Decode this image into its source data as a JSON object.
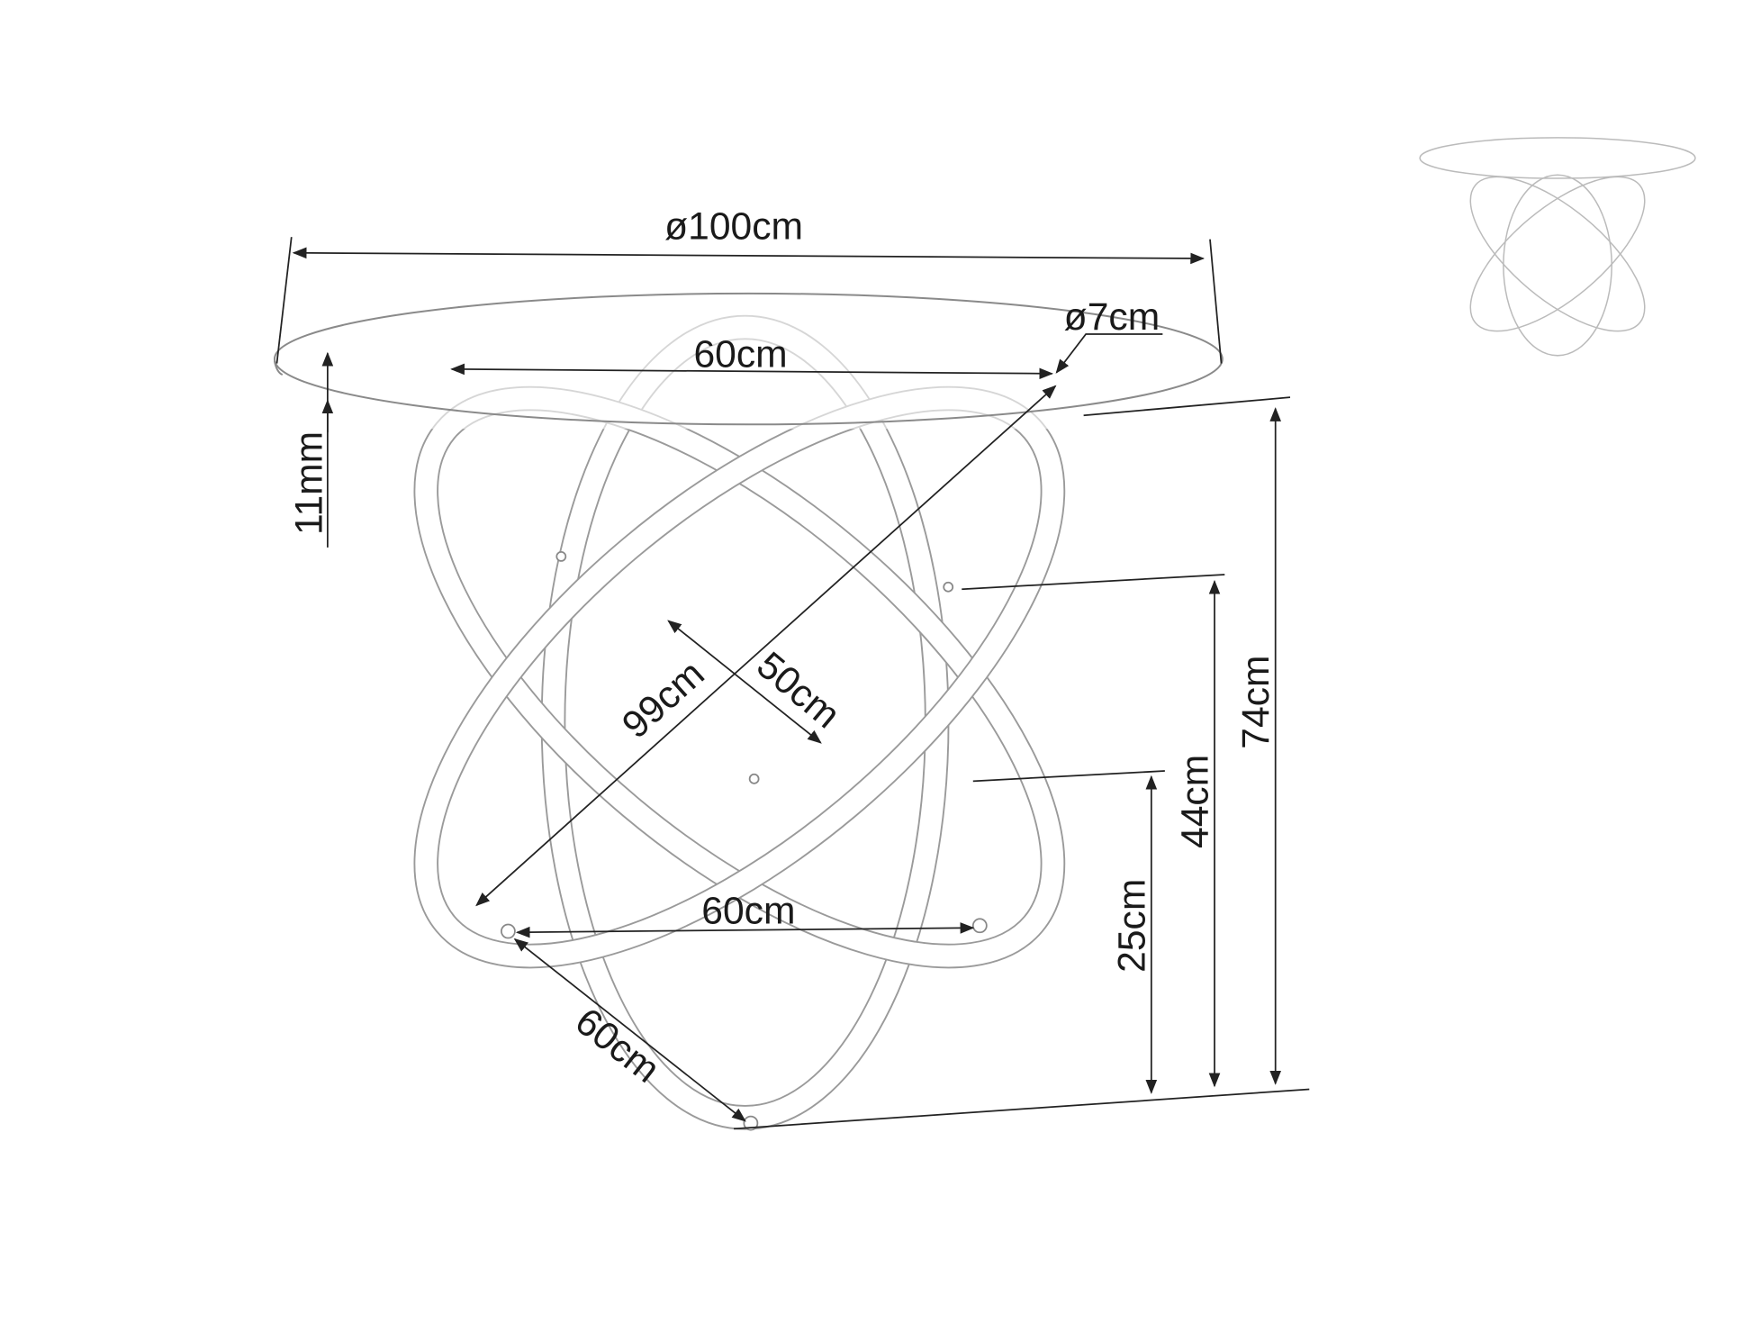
{
  "drawing": {
    "dimensions": {
      "top_diameter": "ø100cm",
      "tube_diameter": "ø7cm",
      "upper_ring_width": "60cm",
      "glass_thickness": "11mm",
      "diagonal": "99cm",
      "ring_depth": "50cm",
      "base_width": "60cm",
      "base_depth": "60cm",
      "total_height": "74cm",
      "upper_joint_height": "44cm",
      "lower_joint_height": "25cm"
    },
    "line_color": "#222222",
    "sketch_color": "#9a9a9a"
  }
}
